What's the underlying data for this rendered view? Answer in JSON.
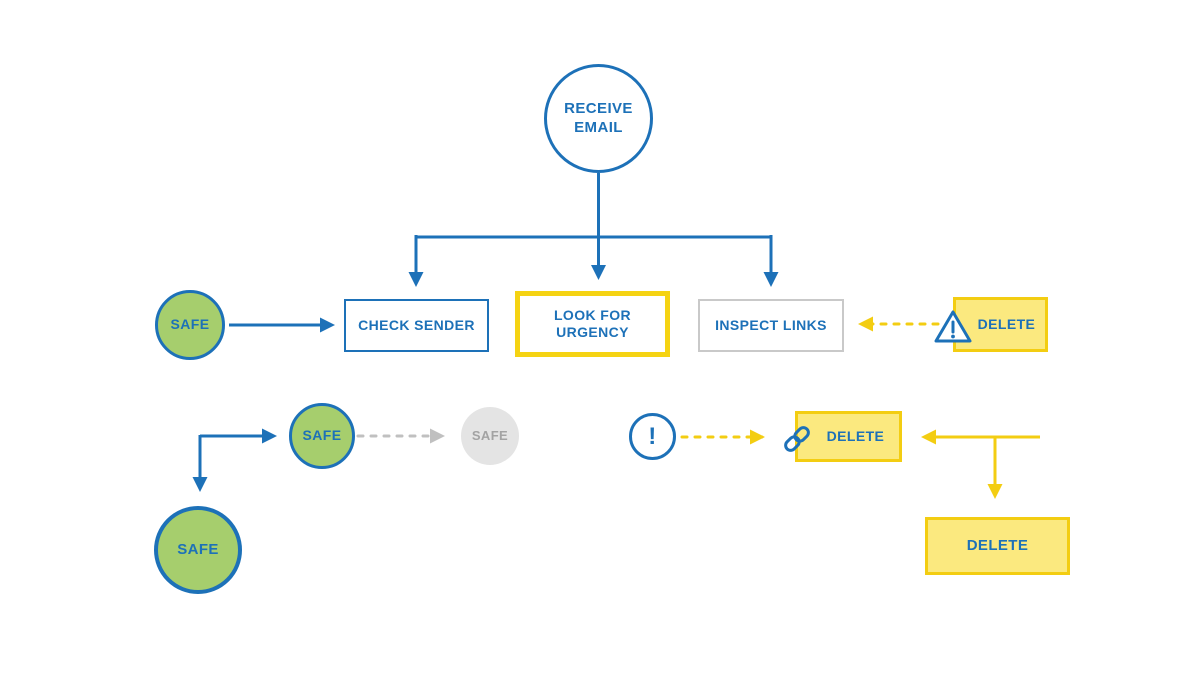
{
  "diagram": {
    "topic": "email-safety-flowchart",
    "colors": {
      "blue": "#1d71b8",
      "green_fill": "#a6ce6d",
      "yellow_fill": "#fbe97f",
      "yellow_stroke": "#f3cd12",
      "gray_fill": "#e4e4e4",
      "gray_stroke": "#c9c9c9",
      "gray_text": "#a3a3a3",
      "background": "#ffffff"
    },
    "nodes": {
      "receive_email": {
        "label": "RECEIVE EMAIL",
        "shape": "circle",
        "style": "blue-outline"
      },
      "check_sender": {
        "label": "CHECK SENDER",
        "shape": "rect",
        "style": "blue-outline"
      },
      "look_for_urgency": {
        "label": "LOOK FOR URGENCY",
        "shape": "rect",
        "style": "yellow-outline"
      },
      "inspect_links": {
        "label": "INSPECT LINKS",
        "shape": "rect",
        "style": "gray-outline"
      },
      "safe_sender": {
        "label": "SAFE",
        "shape": "circle",
        "style": "green"
      },
      "delete_top": {
        "label": "DELETE",
        "shape": "rect",
        "style": "yellow",
        "icon": "warning-triangle"
      },
      "safe_mid": {
        "label": "SAFE",
        "shape": "circle",
        "style": "green"
      },
      "safe_gray": {
        "label": "SAFE",
        "shape": "circle",
        "style": "gray"
      },
      "exclamation": {
        "label": "!",
        "shape": "circle",
        "style": "blue-outline"
      },
      "delete_mid": {
        "label": "DELETE",
        "shape": "rect",
        "style": "yellow",
        "icon": "chain-link"
      },
      "delete_bottom": {
        "label": "DELETE",
        "shape": "rect",
        "style": "yellow"
      },
      "safe_bottom": {
        "label": "SAFE",
        "shape": "circle",
        "style": "green"
      }
    },
    "edges": [
      {
        "from": "receive_email",
        "to": "check_sender",
        "style": "solid",
        "color": "blue"
      },
      {
        "from": "receive_email",
        "to": "look_for_urgency",
        "style": "solid",
        "color": "blue"
      },
      {
        "from": "receive_email",
        "to": "inspect_links",
        "style": "solid",
        "color": "blue"
      },
      {
        "from": "safe_sender",
        "to": "check_sender",
        "style": "solid",
        "color": "blue"
      },
      {
        "from": "delete_top",
        "to": "inspect_links",
        "style": "dashed",
        "color": "yellow"
      },
      {
        "from": "elbow",
        "to": "safe_mid",
        "style": "solid",
        "color": "blue"
      },
      {
        "from": "elbow",
        "to": "safe_bottom",
        "style": "solid",
        "color": "blue"
      },
      {
        "from": "safe_mid",
        "to": "safe_gray",
        "style": "dashed",
        "color": "gray"
      },
      {
        "from": "exclamation",
        "to": "delete_mid",
        "style": "dashed",
        "color": "yellow"
      },
      {
        "from": "elbow_right",
        "to": "delete_mid",
        "style": "solid",
        "color": "yellow"
      },
      {
        "from": "elbow_right",
        "to": "delete_bottom",
        "style": "solid",
        "color": "yellow"
      }
    ]
  }
}
